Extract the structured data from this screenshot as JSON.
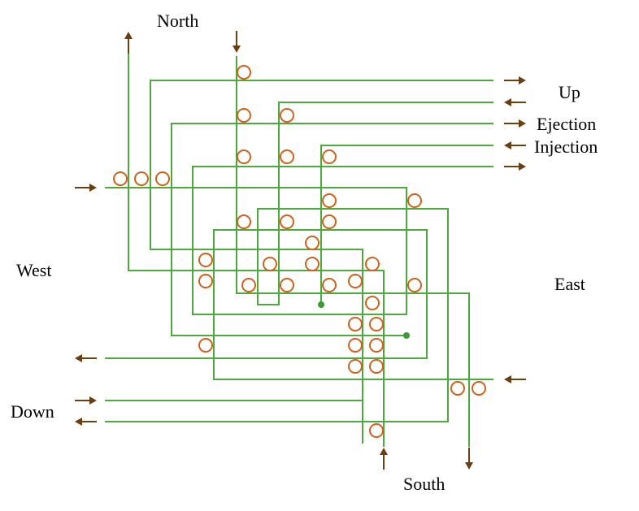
{
  "labels": {
    "north": "North",
    "south": "South",
    "east": "East",
    "west": "West",
    "up": "Up",
    "down": "Down",
    "ejection": "Ejection",
    "injection": "Injection"
  },
  "colors": {
    "wire": "#4caa3c",
    "node": "#d0601c",
    "arrow": "#6b3e10",
    "background": "#ffffff"
  }
}
